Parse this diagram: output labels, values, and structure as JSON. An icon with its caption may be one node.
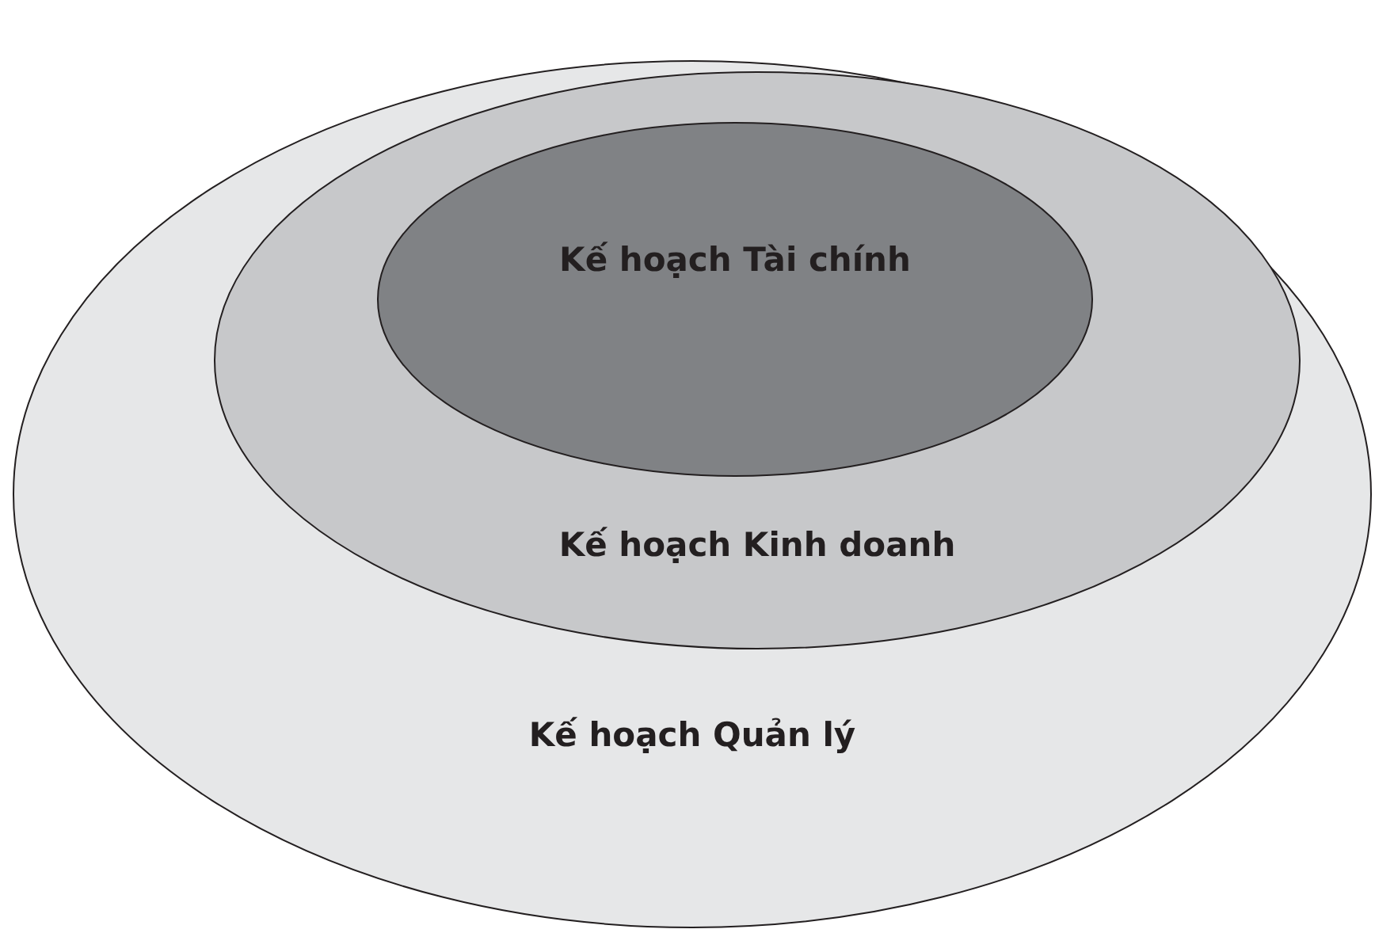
{
  "diagram": {
    "nodes": [
      {
        "text": [
          "Kế hoạch Quản lý"
        ]
      },
      {
        "text": [
          "Kế hoạch Kinh doanh"
        ],
        "in": 0
      },
      {
        "text": [
          "Kế hoạch Tài chính"
        ],
        "in": 1
      }
    ]
  }
}
